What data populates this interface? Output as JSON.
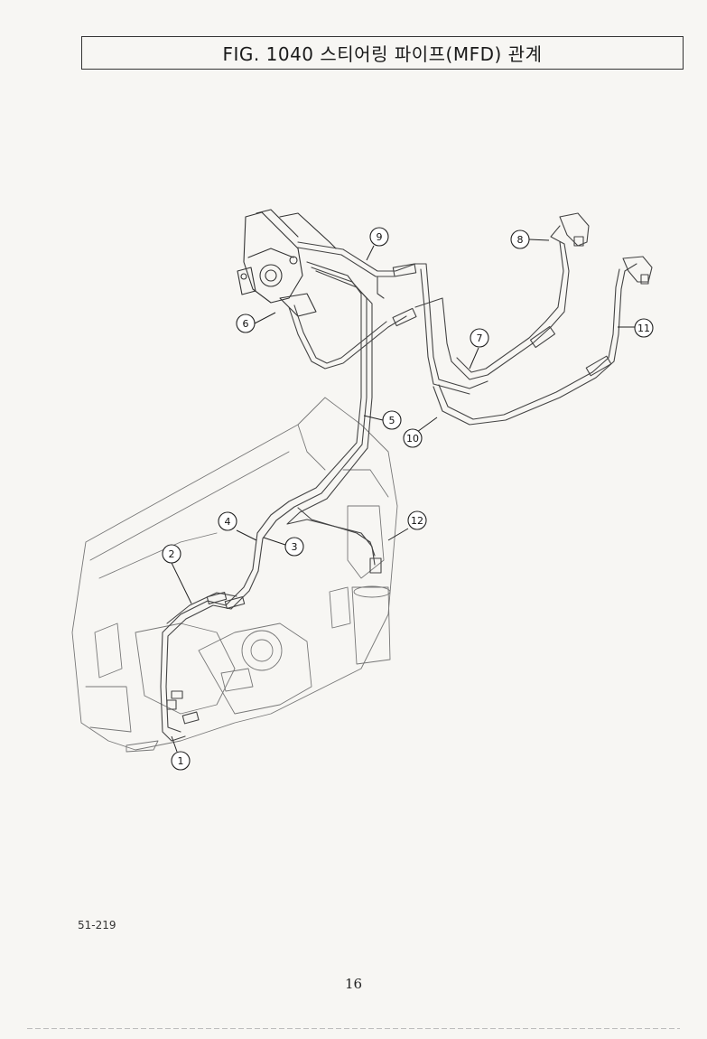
{
  "header": {
    "title": "FIG. 1040 스티어링 파이프(MFD) 관계"
  },
  "callouts": [
    "1",
    "2",
    "3",
    "4",
    "5",
    "6",
    "7",
    "8",
    "9",
    "10",
    "11",
    "12"
  ],
  "footer": {
    "doc_code": "51-219",
    "page_number": "16"
  }
}
